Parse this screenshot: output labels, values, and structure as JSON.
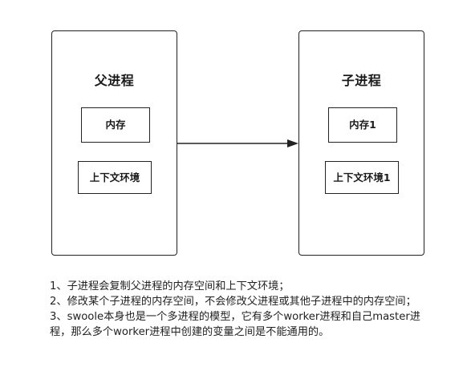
{
  "diagram": {
    "parent": {
      "title": "父进程",
      "memory": "内存",
      "context": "上下文环境"
    },
    "child": {
      "title": "子进程",
      "memory": "内存1",
      "context": "上下文环境1"
    }
  },
  "notes": [
    "1、子进程会复制父进程的内存空间和上下文环境；",
    "2、修改某个子进程的内存空间，不会修改父进程或其他子进程中的内存空间；",
    "3、swoole本身也是一个多进程的模型，它有多个worker进程和自己master进程，那么多个worker进程中创建的变量之间是不能通用的。"
  ]
}
